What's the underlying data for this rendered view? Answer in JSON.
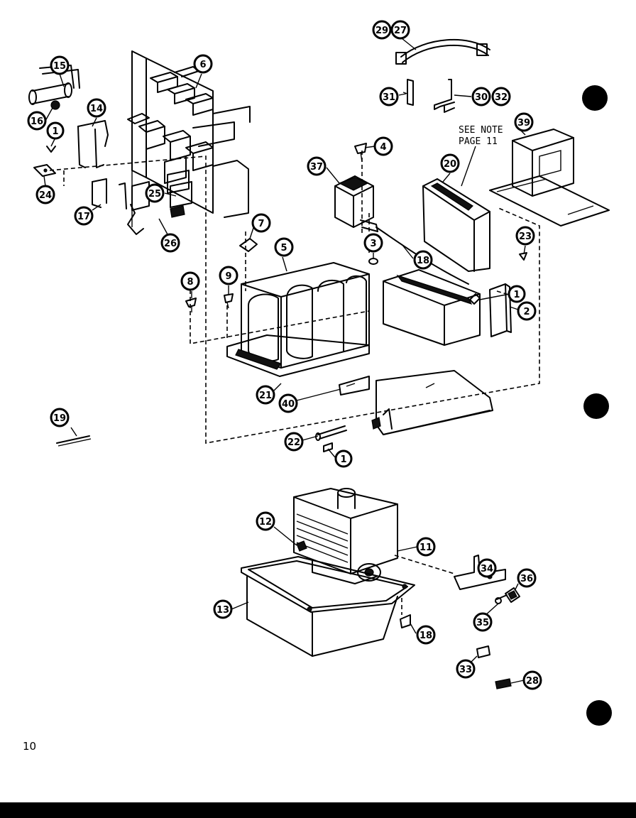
{
  "page": {
    "number": "10"
  },
  "note": {
    "line1": "SEE NOTE",
    "line2": "PAGE 11"
  },
  "callouts": {
    "c29": "29",
    "c27": "27",
    "c31": "31",
    "c30": "30",
    "c32": "32",
    "c39": "39",
    "c20": "20",
    "c15": "15",
    "c6": "6",
    "c16": "16",
    "c14": "14",
    "c1a": "1",
    "c24": "24",
    "c17": "17",
    "c25": "25",
    "c26": "26",
    "c4": "4",
    "c37": "37",
    "c7": "7",
    "c5": "5",
    "c3": "3",
    "c18a": "18",
    "c23": "23",
    "c1b": "1",
    "c2": "2",
    "c8": "8",
    "c9": "9",
    "c21": "21",
    "c40": "40",
    "c19": "19",
    "c22": "22",
    "c1c": "1",
    "c12": "12",
    "c11": "11",
    "c34": "34",
    "c36": "36",
    "c13": "13",
    "c35": "35",
    "c18b": "18",
    "c33": "33",
    "c28": "28"
  }
}
